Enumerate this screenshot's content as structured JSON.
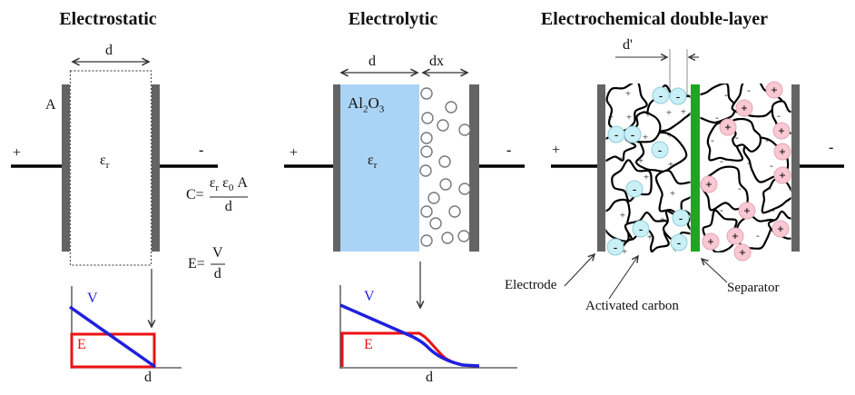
{
  "panel1": {
    "title": "Electrostatic",
    "dim": "d",
    "area": "A",
    "plus": "+",
    "minus": "-",
    "epsilon": "ε",
    "epsilon_sub": "r",
    "graph": {
      "v": "V",
      "e": "E",
      "x": "d"
    }
  },
  "panel2": {
    "title": "Electrolytic",
    "dim": "d",
    "dim2": "dx",
    "oxide": {
      "m": "Al",
      "msub": "2",
      "o": "O",
      "osub": "3"
    },
    "epsilon": "ε",
    "epsilon_sub": "r",
    "plus": "+",
    "minus": "-",
    "graph": {
      "v": "V",
      "e": "E",
      "x": "d"
    }
  },
  "panel3": {
    "title": "Electrochemical double-layer",
    "dim": "d'",
    "plus": "+",
    "minus": "-",
    "anion_sign": "-",
    "cation_sign": "+",
    "carbon_plus": "+",
    "carbon_minus": "-",
    "labels": {
      "electrode": "Electrode",
      "activated_carbon": "Activated carbon",
      "separator": "Separator"
    }
  },
  "formulas": {
    "c_lhs": "C=",
    "c_num": [
      {
        "b": "ε",
        "s": "r"
      },
      {
        "b": "ε",
        "s": "0"
      },
      {
        "b": "A",
        "s": ""
      }
    ],
    "c_den": "d",
    "e_lhs": "E=",
    "e_num": "V",
    "e_den": "d"
  },
  "colors": {
    "electrode_gray": "#646464",
    "oxide_blue": "#aad4f5",
    "separator_green": "#1ea71e",
    "anion_fill": "#c9f0f6",
    "cation_fill": "#f9c8d2",
    "v_line_blue": "#2020dd",
    "e_line_red": "#ee1111"
  }
}
